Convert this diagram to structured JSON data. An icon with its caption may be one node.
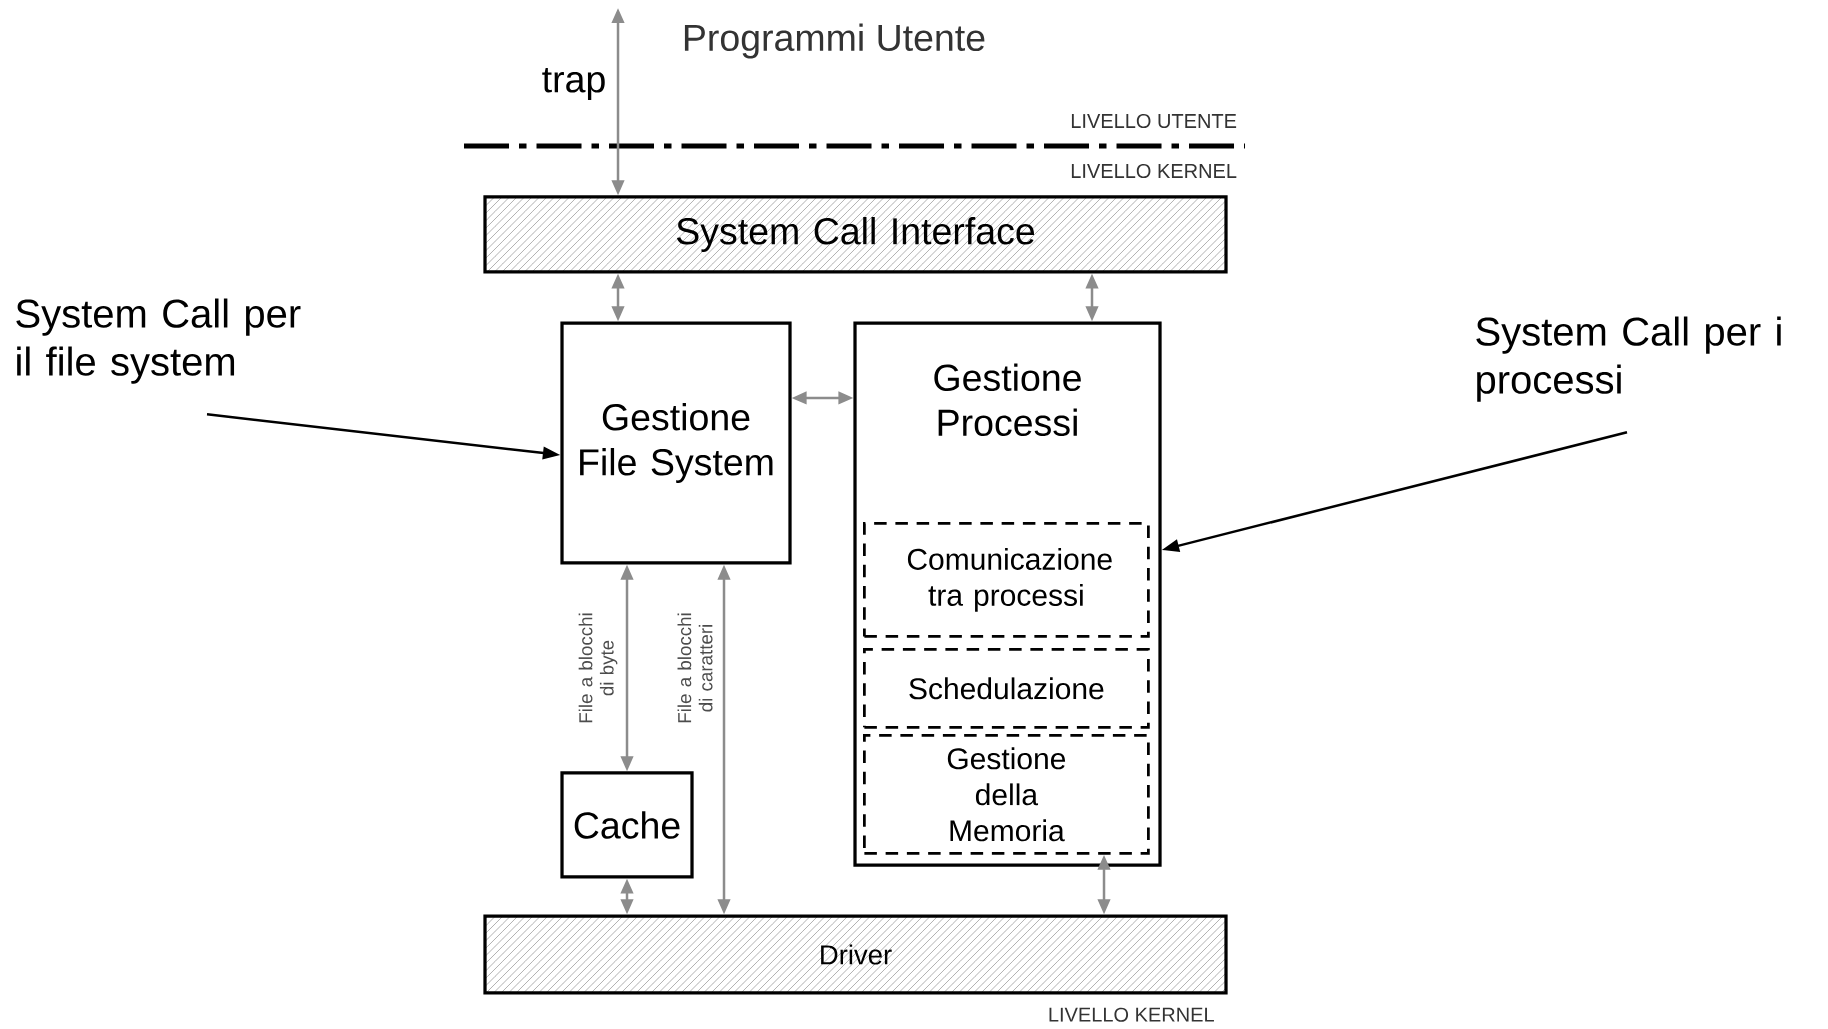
{
  "diagram": {
    "nodes": [
      {
        "text": [
          "System Call Interface"
        ]
      },
      {
        "text": [
          "Gestione File System"
        ]
      },
      {
        "text": [
          "Gestione Processi"
        ]
      },
      {
        "text": [
          "Comunicazione tra processi"
        ],
        "in": 2
      },
      {
        "text": [
          "Schedulazione"
        ],
        "in": 2
      },
      {
        "text": [
          "Gestione della Memoria"
        ],
        "in": 2
      },
      {
        "text": [
          "Cache"
        ]
      },
      {
        "text": [
          "Driver"
        ],
        "beside": [
          "LIVELLO KERNEL"
        ]
      },
      {
        "text": [
          "System Call per il file system"
        ]
      },
      {
        "text": [
          "System Call per i processi"
        ]
      }
    ],
    "edges": [
      {
        "from": null,
        "to": 0,
        "arrow": "both",
        "label": "trap"
      },
      {
        "from": 0,
        "to": 1,
        "arrow": "both"
      },
      {
        "from": 0,
        "to": 2,
        "arrow": "both"
      },
      {
        "from": 1,
        "to": 2,
        "arrow": "both"
      },
      {
        "from": 1,
        "to": 6,
        "arrow": "both",
        "label": "File a blocchi di byte"
      },
      {
        "from": 1,
        "to": 7,
        "arrow": "both",
        "label": "File a blocchi di caratteri"
      },
      {
        "from": 6,
        "to": 7,
        "arrow": "both"
      },
      {
        "from": 5,
        "to": 7,
        "arrow": "both"
      },
      {
        "from": 8,
        "to": 1,
        "arrow": "to",
        "color": "#000000"
      },
      {
        "from": 9,
        "to": 2,
        "arrow": "to",
        "color": "#000000"
      }
    ],
    "labels": [
      "Programmi Utente",
      "LIVELLO UTENTE",
      "LIVELLO KERNEL"
    ]
  }
}
